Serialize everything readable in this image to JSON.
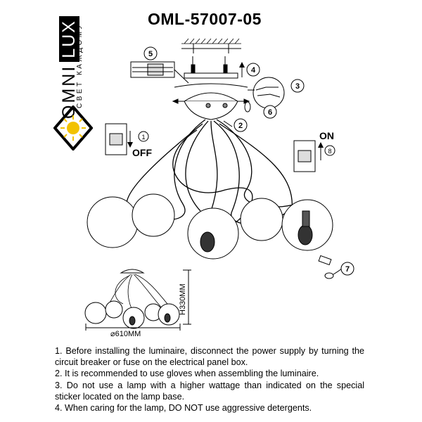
{
  "brand": {
    "name_part1": "OMNI",
    "name_part2": "LUX",
    "slogan": "СВЕТ КАЖДОМУ"
  },
  "title": "OML-57007-05",
  "steps": [
    "1",
    "2",
    "3",
    "4",
    "5",
    "6",
    "7",
    "8"
  ],
  "switch_off_label": "OFF",
  "switch_on_label": "ON",
  "dimension_height": "H330MM",
  "dimension_diameter": "⌀610MM",
  "instructions": [
    "1. Before installing the luminaire, disconnect the power supply by turning the circuit breaker or fuse on the electrical panel box.",
    "2. It is recommended to use gloves when assembling the luminaire.",
    "3. Do not use a lamp with a higher wattage than indicated on the special sticker located on the lamp base.",
    "4. When caring for the lamp, DO NOT use aggressive detergents."
  ]
}
